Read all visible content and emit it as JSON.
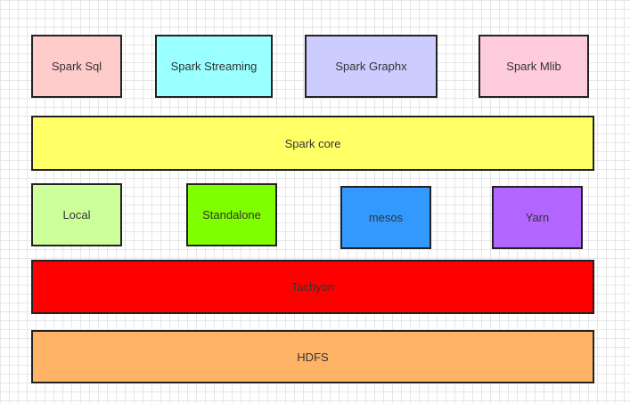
{
  "diagram": {
    "libraries": [
      {
        "id": "sql",
        "label": "Spark Sql",
        "color": "#ffcccc"
      },
      {
        "id": "streaming",
        "label": "Spark Streaming",
        "color": "#99ffff"
      },
      {
        "id": "graphx",
        "label": "Spark Graphx",
        "color": "#ccccff"
      },
      {
        "id": "mlib",
        "label": "Spark Mlib",
        "color": "#ffccdd"
      }
    ],
    "core": {
      "label": "Spark core",
      "color": "#ffff66"
    },
    "cluster_managers": [
      {
        "id": "local",
        "label": "Local",
        "color": "#ccff99"
      },
      {
        "id": "standalone",
        "label": "Standalone",
        "color": "#80ff00"
      },
      {
        "id": "mesos",
        "label": "mesos",
        "color": "#3399ff"
      },
      {
        "id": "yarn",
        "label": "Yarn",
        "color": "#b266ff"
      }
    ],
    "storage": [
      {
        "id": "tachyon",
        "label": "Tachyon",
        "color": "#ff0000"
      },
      {
        "id": "hdfs",
        "label": "HDFS",
        "color": "#ffb366"
      }
    ]
  }
}
